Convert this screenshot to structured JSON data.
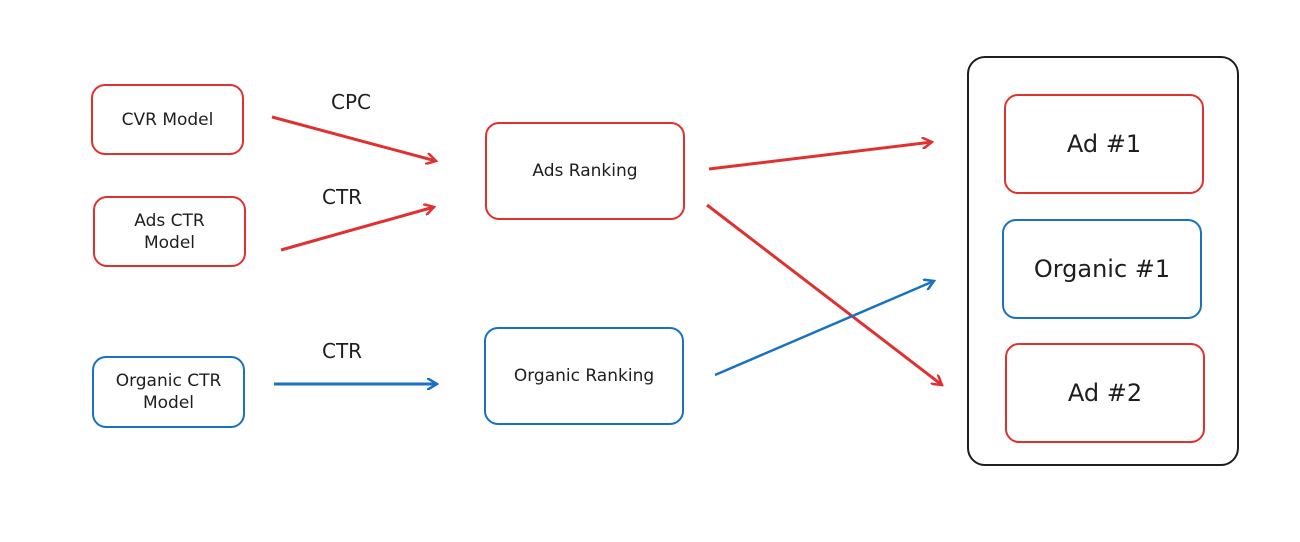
{
  "colors": {
    "ads": "#e03131",
    "organic": "#1971c2",
    "container": "#1e1e1e",
    "text": "#1e1e1e"
  },
  "nodes": {
    "cvr_model": "CVR Model",
    "ads_ctr_model": "Ads CTR\nModel",
    "organic_ctr_model": "Organic CTR\nModel",
    "ads_ranking": "Ads Ranking",
    "organic_ranking": "Organic Ranking",
    "slot_ad1": "Ad #1",
    "slot_organic1": "Organic #1",
    "slot_ad2": "Ad #2"
  },
  "edges": {
    "cvr_to_ads_ranking": "CPC",
    "ads_ctr_to_ads_ranking": "CTR",
    "organic_ctr_to_organic_ranking": "CTR"
  }
}
